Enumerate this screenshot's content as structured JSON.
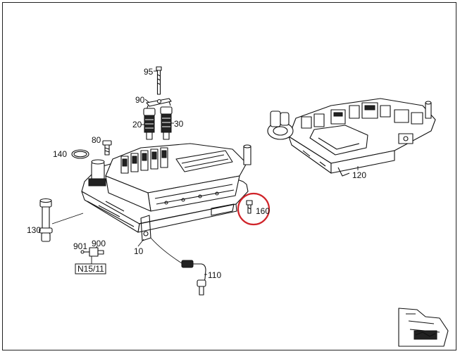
{
  "callouts": {
    "c95": "95",
    "c90": "90",
    "c20": "20",
    "c30": "30",
    "c80": "80",
    "c140": "140",
    "c120": "120",
    "c160": "160",
    "c130": "130",
    "c901": "901",
    "c900": "900",
    "c10": "10",
    "c110": "110",
    "n1511": "N15/11"
  },
  "colors": {
    "line": "#111111",
    "highlight": "#d0242a",
    "background": "#ffffff"
  }
}
